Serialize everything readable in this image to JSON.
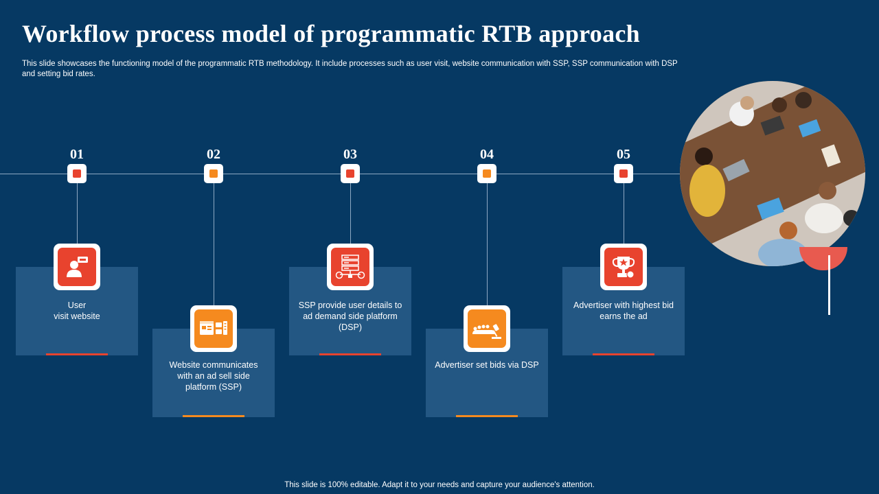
{
  "slide": {
    "title": "Workflow process model of programmatic RTB approach",
    "subtitle": "This slide showcases the functioning model of the programmatic RTB methodology. It include processes such as user visit, website communication with SSP, SSP communication with DSP and setting bid rates.",
    "footer": "This slide is 100% editable. Adapt it to your needs and capture your audience's attention."
  },
  "colors": {
    "background": "#063963",
    "card": "#235783",
    "red": "#E8432E",
    "orange": "#F58A1F",
    "timeline": "#8FA9C3"
  },
  "steps": [
    {
      "number": "01",
      "label": "User\nvisit website",
      "icon": "user-browser-icon",
      "accent": "red"
    },
    {
      "number": "02",
      "label": "Website communicates with an ad sell side platform (SSP)",
      "icon": "website-network-icon",
      "accent": "orange"
    },
    {
      "number": "03",
      "label": "SSP provide user details to ad demand side platform (DSP)",
      "icon": "server-network-icon",
      "accent": "red"
    },
    {
      "number": "04",
      "label": "Advertiser set bids via DSP",
      "icon": "auction-gavel-icon",
      "accent": "orange"
    },
    {
      "number": "05",
      "label": "Advertiser with highest bid earns the ad",
      "icon": "trophy-icon",
      "accent": "red"
    }
  ],
  "photo": {
    "description": "team-meeting-photo"
  }
}
